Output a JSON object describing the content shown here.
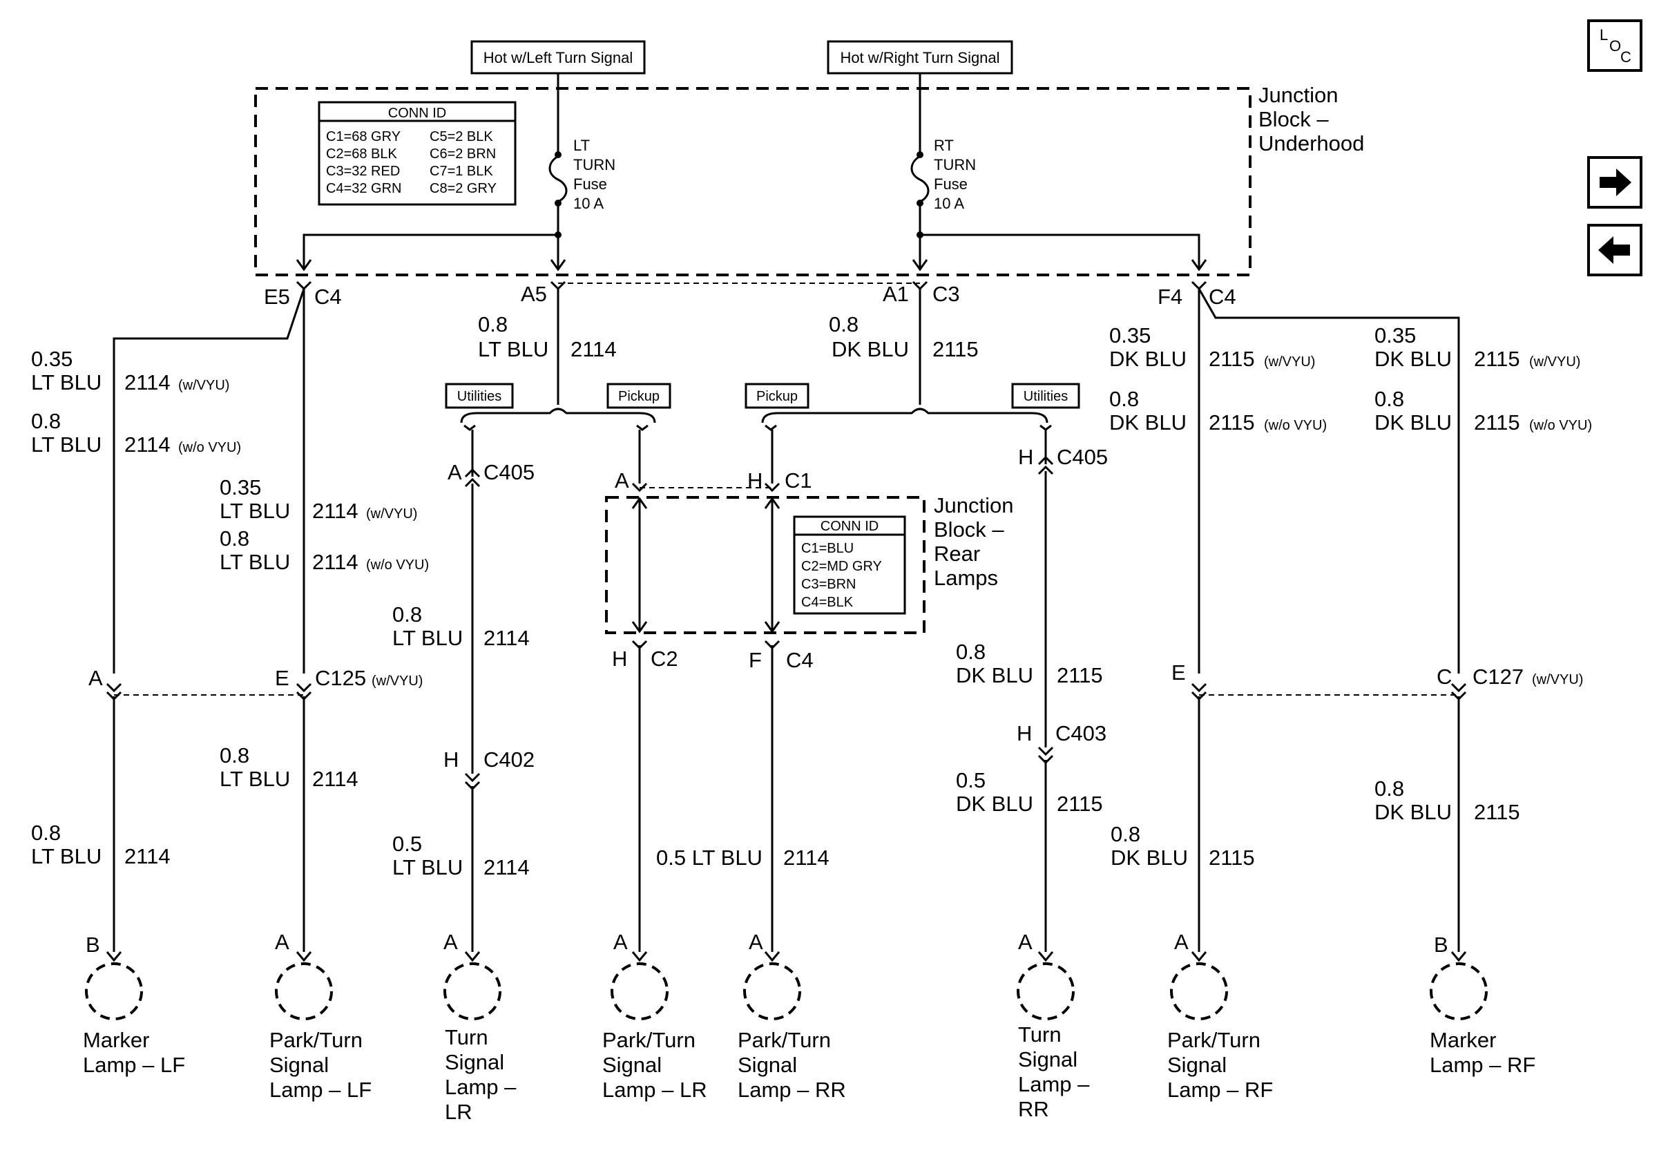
{
  "hot_left": "Hot w/Left Turn Signal",
  "hot_right": "Hot w/Right Turn Signal",
  "loc": {
    "l": "L",
    "o": "O",
    "c": "C"
  },
  "nav": {
    "next_icon": "arrow-right-icon",
    "prev_icon": "arrow-left-icon"
  },
  "jb_underhood": {
    "l1": "Junction",
    "l2": "Block –",
    "l3": "Underhood"
  },
  "conn_id_1": {
    "title": "CONN ID",
    "r1a": "C1=68 GRY",
    "r1b": "C5=2 BLK",
    "r2a": "C2=68 BLK",
    "r2b": "C6=2 BRN",
    "r3a": "C3=32 RED",
    "r3b": "C7=1 BLK",
    "r4a": "C4=32 GRN",
    "r4b": "C8=2 GRY"
  },
  "fuse_lt": {
    "l1": "LT",
    "l2": "TURN",
    "l3": "Fuse",
    "l4": "10 A"
  },
  "fuse_rt": {
    "l1": "RT",
    "l2": "TURN",
    "l3": "Fuse",
    "l4": "10 A"
  },
  "jb_rear": {
    "l1": "Junction",
    "l2": "Block –",
    "l3": "Rear",
    "l4": "Lamps"
  },
  "conn_id_2": {
    "title": "CONN ID",
    "r1": "C1=BLU",
    "r2": "C2=MD GRY",
    "r3": "C3=BRN",
    "r4": "C4=BLK"
  },
  "options": {
    "utilities_l": "Utilities",
    "pickup_l": "Pickup",
    "pickup_r": "Pickup",
    "utilities_r": "Utilities"
  },
  "pins": {
    "e5": "E5",
    "c4_l": "C4",
    "a5": "A5",
    "a1": "A1",
    "c3": "C3",
    "f4": "F4",
    "c4_r": "C4",
    "a_c405_l": "A",
    "c405_l": "C405",
    "a_c1": "A",
    "h_c1": "H",
    "c1": "C1",
    "h_c405_r": "H",
    "c405_r": "C405",
    "h_c2": "H",
    "c2": "C2",
    "f_c4": "F",
    "c4_rear": "C4",
    "a_c125": "A",
    "e_c125": "E",
    "c125": "C125",
    "c125_note": "(w/VYU)",
    "h_c402": "H",
    "c402": "C402",
    "h_c403": "H",
    "c403": "C403",
    "e_c127": "E",
    "c_c127": "C",
    "c127": "C127",
    "c127_note": "(w/VYU)"
  },
  "wires": {
    "a5_size": "0.8",
    "a5_color": "LT BLU",
    "a5_circuit": "2114",
    "a1_size": "0.8",
    "a1_color": "DK BLU",
    "a1_circuit": "2115",
    "lf_m_s1": "0.35",
    "lf_m_c1": "LT BLU",
    "lf_m_n1": "2114",
    "lf_m_o1": "(w/VYU)",
    "lf_m_s2": "0.8",
    "lf_m_c2": "LT BLU",
    "lf_m_n2": "2114",
    "lf_m_o2": "(w/o VYU)",
    "lf_p_s1": "0.35",
    "lf_p_c1": "LT BLU",
    "lf_p_n1": "2114",
    "lf_p_o1": "(w/VYU)",
    "lf_p_s2": "0.8",
    "lf_p_c2": "LT BLU",
    "lf_p_n2": "2114",
    "lf_p_o2": "(w/o VYU)",
    "lr_t_s": "0.8",
    "lr_t_c": "LT BLU",
    "lr_t_n": "2114",
    "rr_t_s": "0.8",
    "rr_t_c": "DK BLU",
    "rr_t_n": "2115",
    "rf_p_s1": "0.35",
    "rf_p_c1": "DK BLU",
    "rf_p_n1": "2115",
    "rf_p_o1": "(w/VYU)",
    "rf_p_s2": "0.8",
    "rf_p_c2": "DK BLU",
    "rf_p_n2": "2115",
    "rf_p_o2": "(w/o VYU)",
    "rf_m_s1": "0.35",
    "rf_m_c1": "DK BLU",
    "rf_m_n1": "2115",
    "rf_m_o1": "(w/VYU)",
    "rf_m_s2": "0.8",
    "rf_m_c2": "DK BLU",
    "rf_m_n2": "2115",
    "rf_m_o2": "(w/o VYU)",
    "lf_p_lo_s": "0.8",
    "lf_p_lo_c": "LT BLU",
    "lf_p_lo_n": "2114",
    "lf_m_lo_s": "0.8",
    "lf_m_lo_c": "LT BLU",
    "lf_m_lo_n": "2114",
    "lr_t_lo_s": "0.5",
    "lr_t_lo_c": "LT BLU",
    "lr_t_lo_n": "2114",
    "rear_lo_sc": "0.5 LT BLU",
    "rear_lo_n": "2114",
    "rr_t_lo_s": "0.5",
    "rr_t_lo_c": "DK BLU",
    "rr_t_lo_n": "2115",
    "rf_p_lo_s": "0.8",
    "rf_p_lo_c": "DK BLU",
    "rf_p_lo_n": "2115",
    "rf_m_lo_s": "0.8",
    "rf_m_lo_c": "DK BLU",
    "rf_m_lo_n": "2115"
  },
  "lamps": {
    "lf_marker": {
      "pin": "B",
      "l1": "Marker",
      "l2": "Lamp – LF"
    },
    "lf_park": {
      "pin": "A",
      "l1": "Park/Turn",
      "l2": "Signal",
      "l3": "Lamp – LF"
    },
    "lr_turn": {
      "pin": "A",
      "l1": "Turn",
      "l2": "Signal",
      "l3": "Lamp –",
      "l4": "LR"
    },
    "lr_park": {
      "pin": "A",
      "l1": "Park/Turn",
      "l2": "Signal",
      "l3": "Lamp – LR"
    },
    "rr_park": {
      "pin": "A",
      "l1": "Park/Turn",
      "l2": "Signal",
      "l3": "Lamp – RR"
    },
    "rr_turn": {
      "pin": "A",
      "l1": "Turn",
      "l2": "Signal",
      "l3": "Lamp –",
      "l4": "RR"
    },
    "rf_park": {
      "pin": "A",
      "l1": "Park/Turn",
      "l2": "Signal",
      "l3": "Lamp – RF"
    },
    "rf_marker": {
      "pin": "B",
      "l1": "Marker",
      "l2": "Lamp – RF"
    }
  }
}
